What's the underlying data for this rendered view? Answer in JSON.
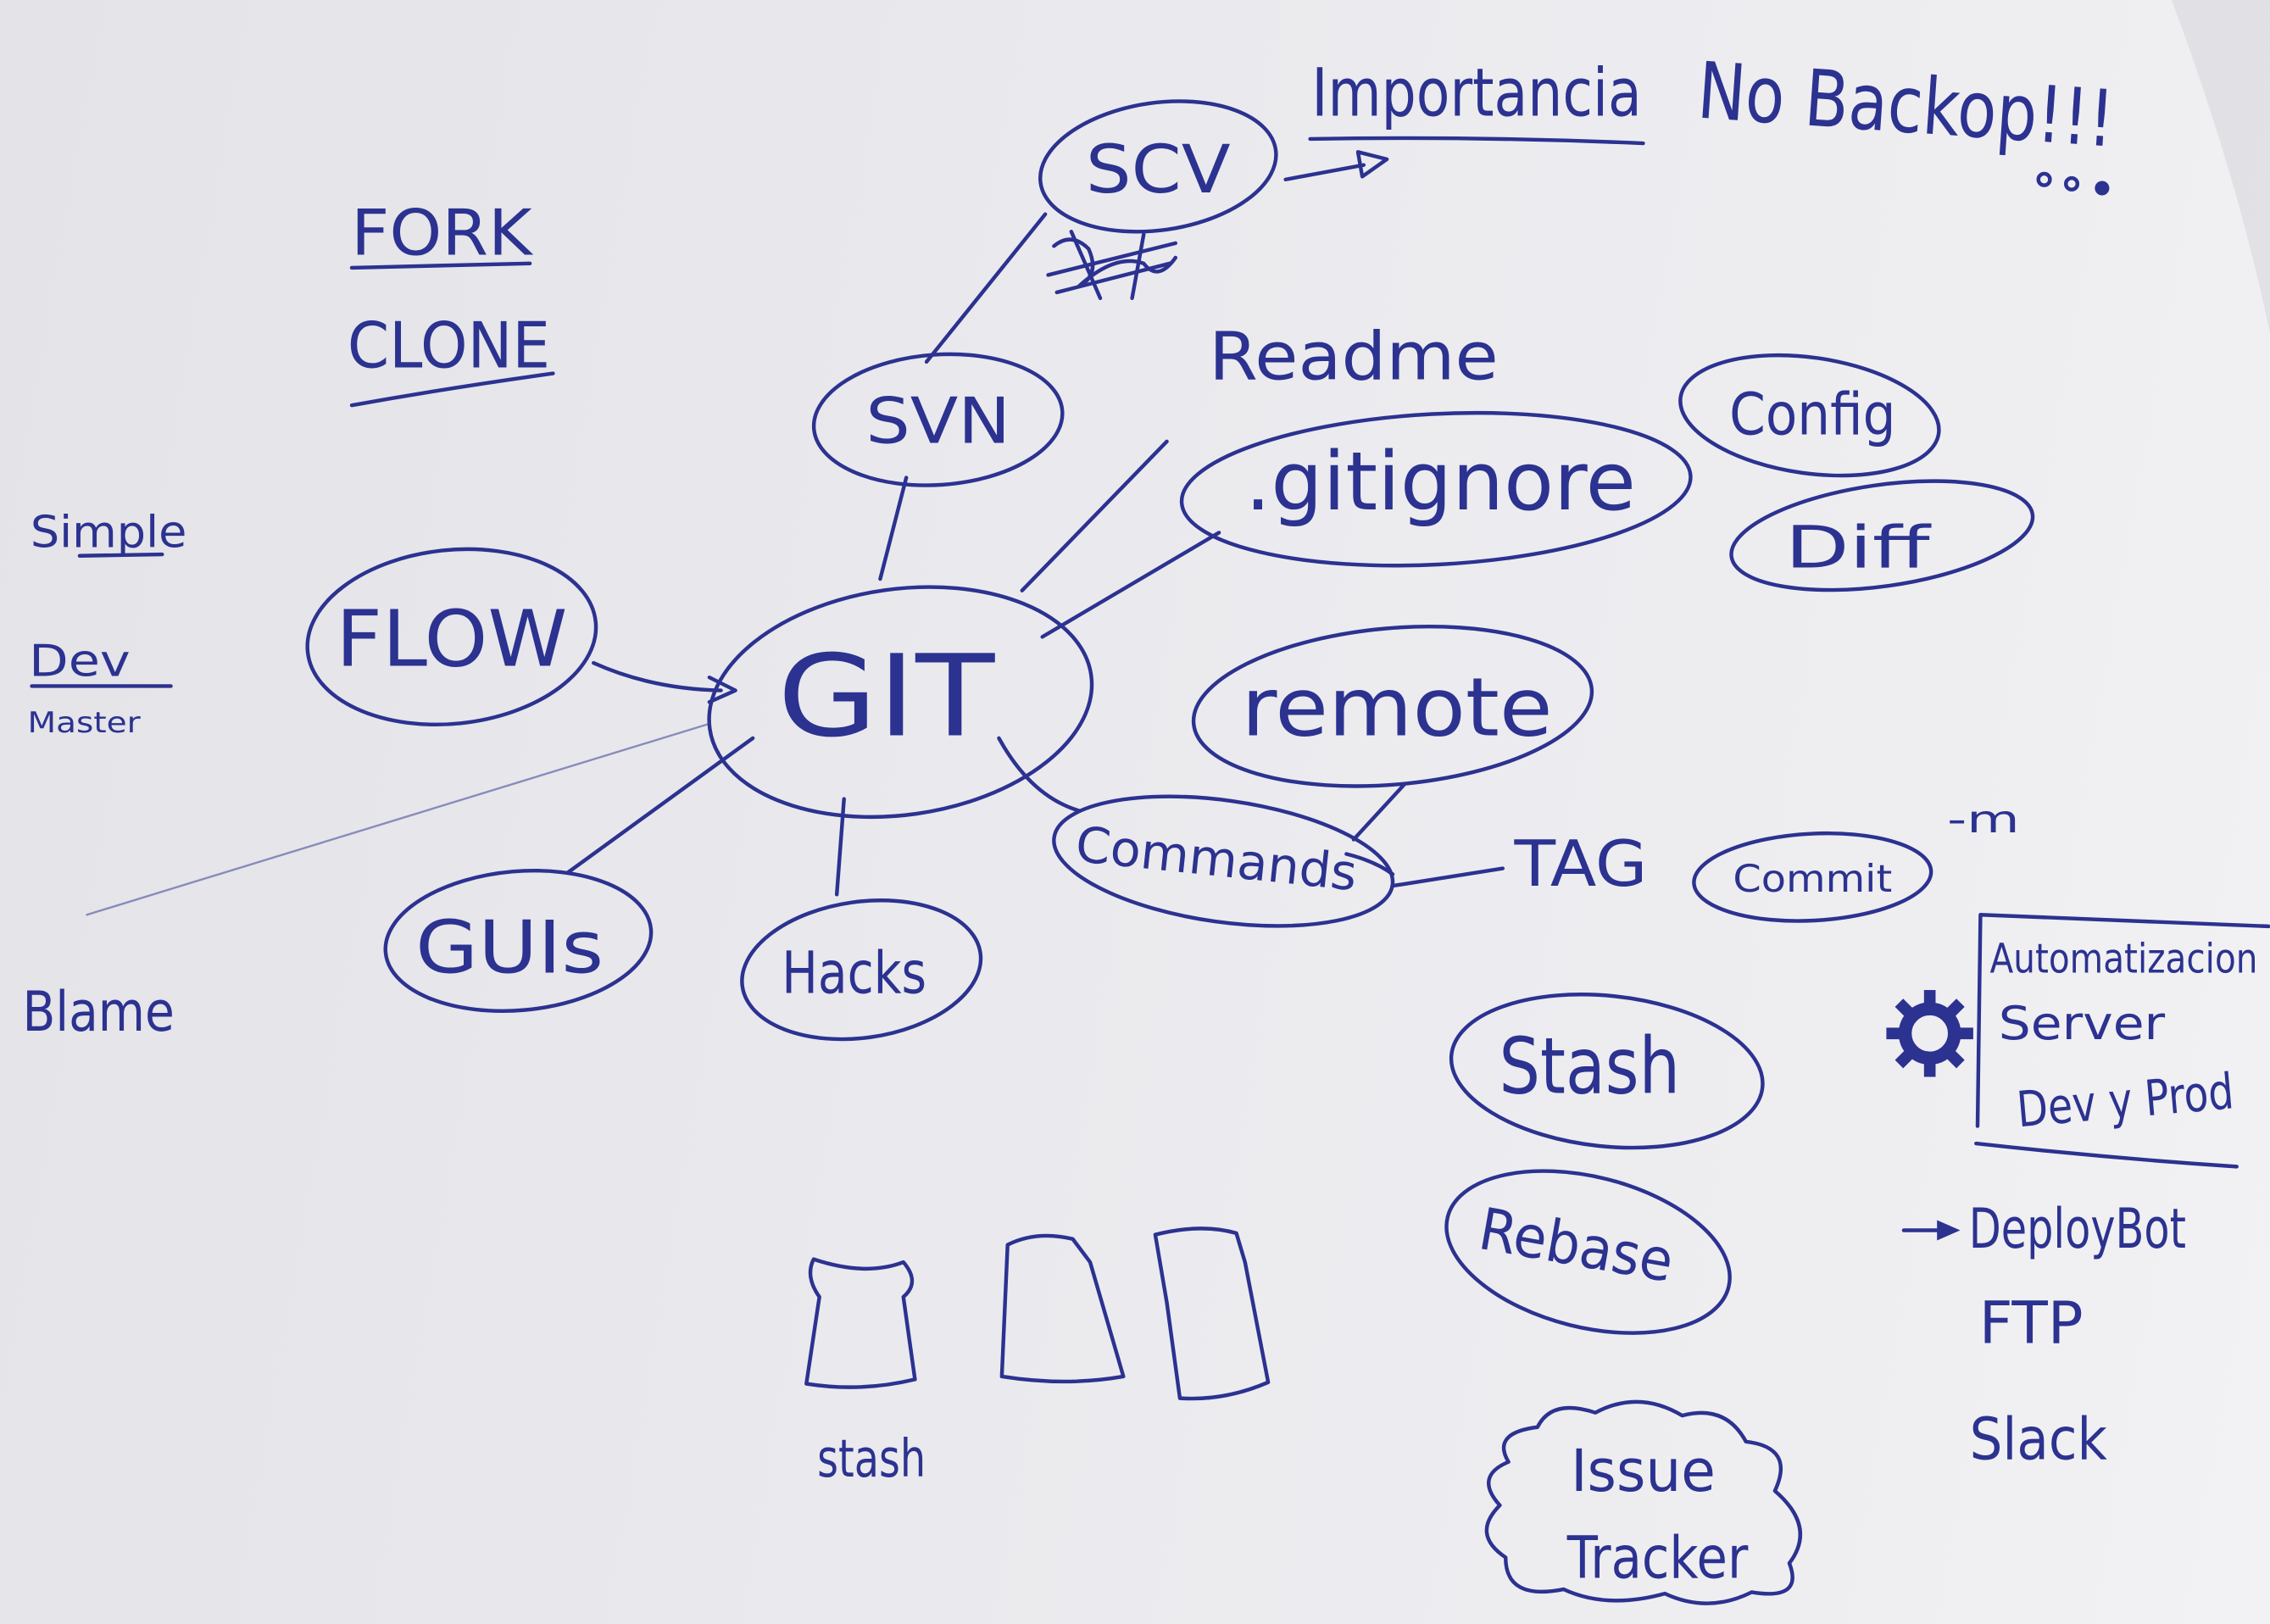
{
  "colors": {
    "ink": "#2c3290",
    "paper": "#e9e9ed"
  },
  "header": {
    "importance": "Importancia",
    "no_backup": "No Backop!!!"
  },
  "left_notes": {
    "fork": "FORK",
    "clone": "CLONE",
    "simple": "Simple",
    "dev": "Dev",
    "master": "Master",
    "blame": "Blame"
  },
  "center": {
    "git": "GIT"
  },
  "nodes": {
    "scv": "SCV",
    "svn": "SVN",
    "flow": "FLOW",
    "readme": "Readme",
    "gitignore": ".gitignore",
    "config": "Config",
    "diff": "Diff",
    "remote": "remote",
    "commands": "Commands",
    "tag": "TAG",
    "commit": "Commit",
    "commit_flag": "-m",
    "guis": "GUIs",
    "hacks": "Hacks",
    "stash": "Stash",
    "rebase": "Rebase"
  },
  "issue_tracker": {
    "line1": "Issue",
    "line2": "Tracker"
  },
  "stash_sketch": {
    "label": "stash"
  },
  "automation": {
    "title": "Automatizacion",
    "items": [
      "Server",
      "Dev y Prod"
    ],
    "icon": "gear-icon"
  },
  "integrations": {
    "items": [
      "DeployBot",
      "FTP",
      "Slack"
    ],
    "icon": "arrow-icon"
  }
}
